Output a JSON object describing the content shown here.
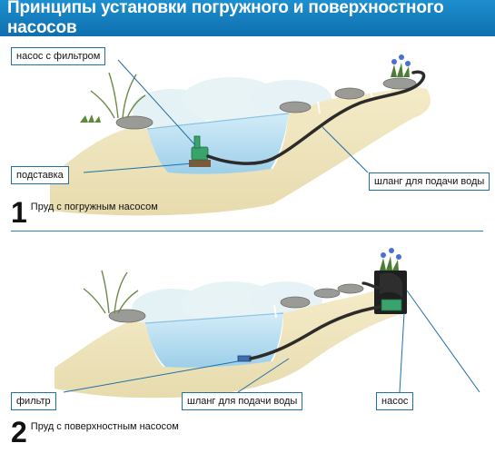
{
  "header": {
    "title": "Принципы установки погружного и поверхностного насосов"
  },
  "diagram1": {
    "labels": {
      "pump_filter": "насос с фильтром",
      "stand": "подставка",
      "hose": "шланг для подачи воды"
    },
    "number": "1",
    "caption": "Пруд с погружным насосом"
  },
  "diagram2": {
    "labels": {
      "filter": "фильтр",
      "hose": "шланг для подачи воды",
      "pump": "насос"
    },
    "number": "2",
    "caption": "Пруд с поверхностным насосом"
  },
  "colors": {
    "title_bg": "#1580c2",
    "water": "#bfe2f3",
    "soil": "#efe5bf",
    "hose": "#2d2a2a",
    "pump": "#3aa36b",
    "callout_border": "#1f6fa8"
  }
}
